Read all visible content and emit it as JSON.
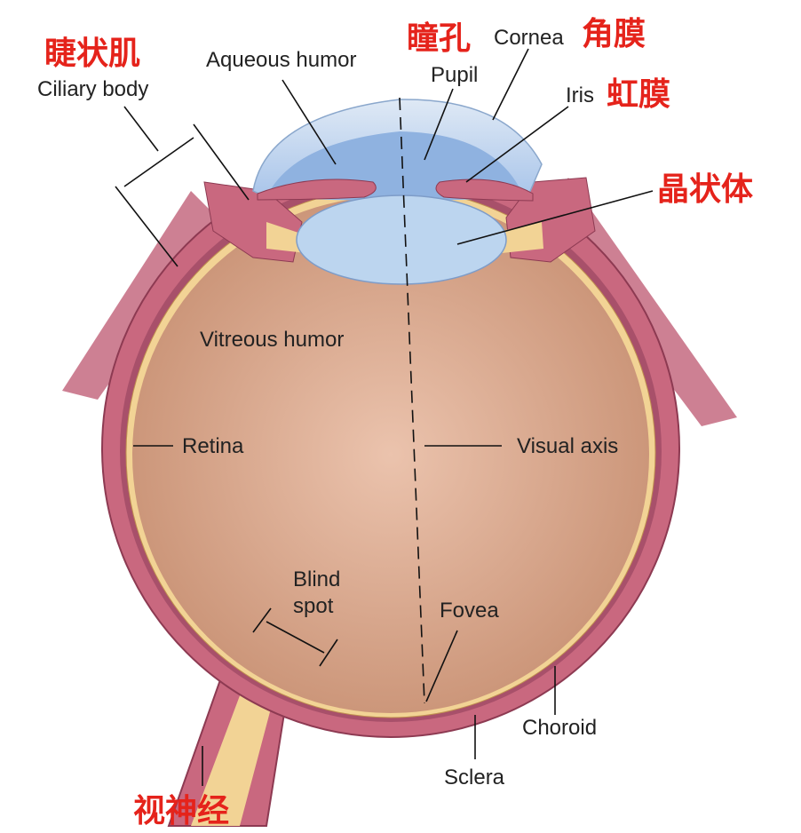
{
  "title": "Human eye anatomy",
  "labels": {
    "ciliary_body_zh": "睫状肌",
    "ciliary_body": "Ciliary body",
    "aqueous_humor": "Aqueous humor",
    "pupil_zh": "瞳孔",
    "cornea": "Cornea",
    "cornea_zh": "角膜",
    "pupil": "Pupil",
    "iris": "Iris",
    "iris_zh": "虹膜",
    "lens_zh": "晶状体",
    "vitreous_humor": "Vitreous humor",
    "retina": "Retina",
    "visual_axis": "Visual axis",
    "blind": "Blind",
    "spot": "spot",
    "fovea": "Fovea",
    "choroid": "Choroid",
    "sclera": "Sclera",
    "optic_nerve_zh": "视神经"
  },
  "colors": {
    "sclera": "#c9687f",
    "choroid": "#a8506a",
    "retina": "#f2d395",
    "vitreous": "#d9a98e",
    "cornea": "#c9dcf0",
    "aqueous": "#8fb2e0",
    "lens": "#bcd5ef",
    "label_zh": "#e5231b"
  }
}
